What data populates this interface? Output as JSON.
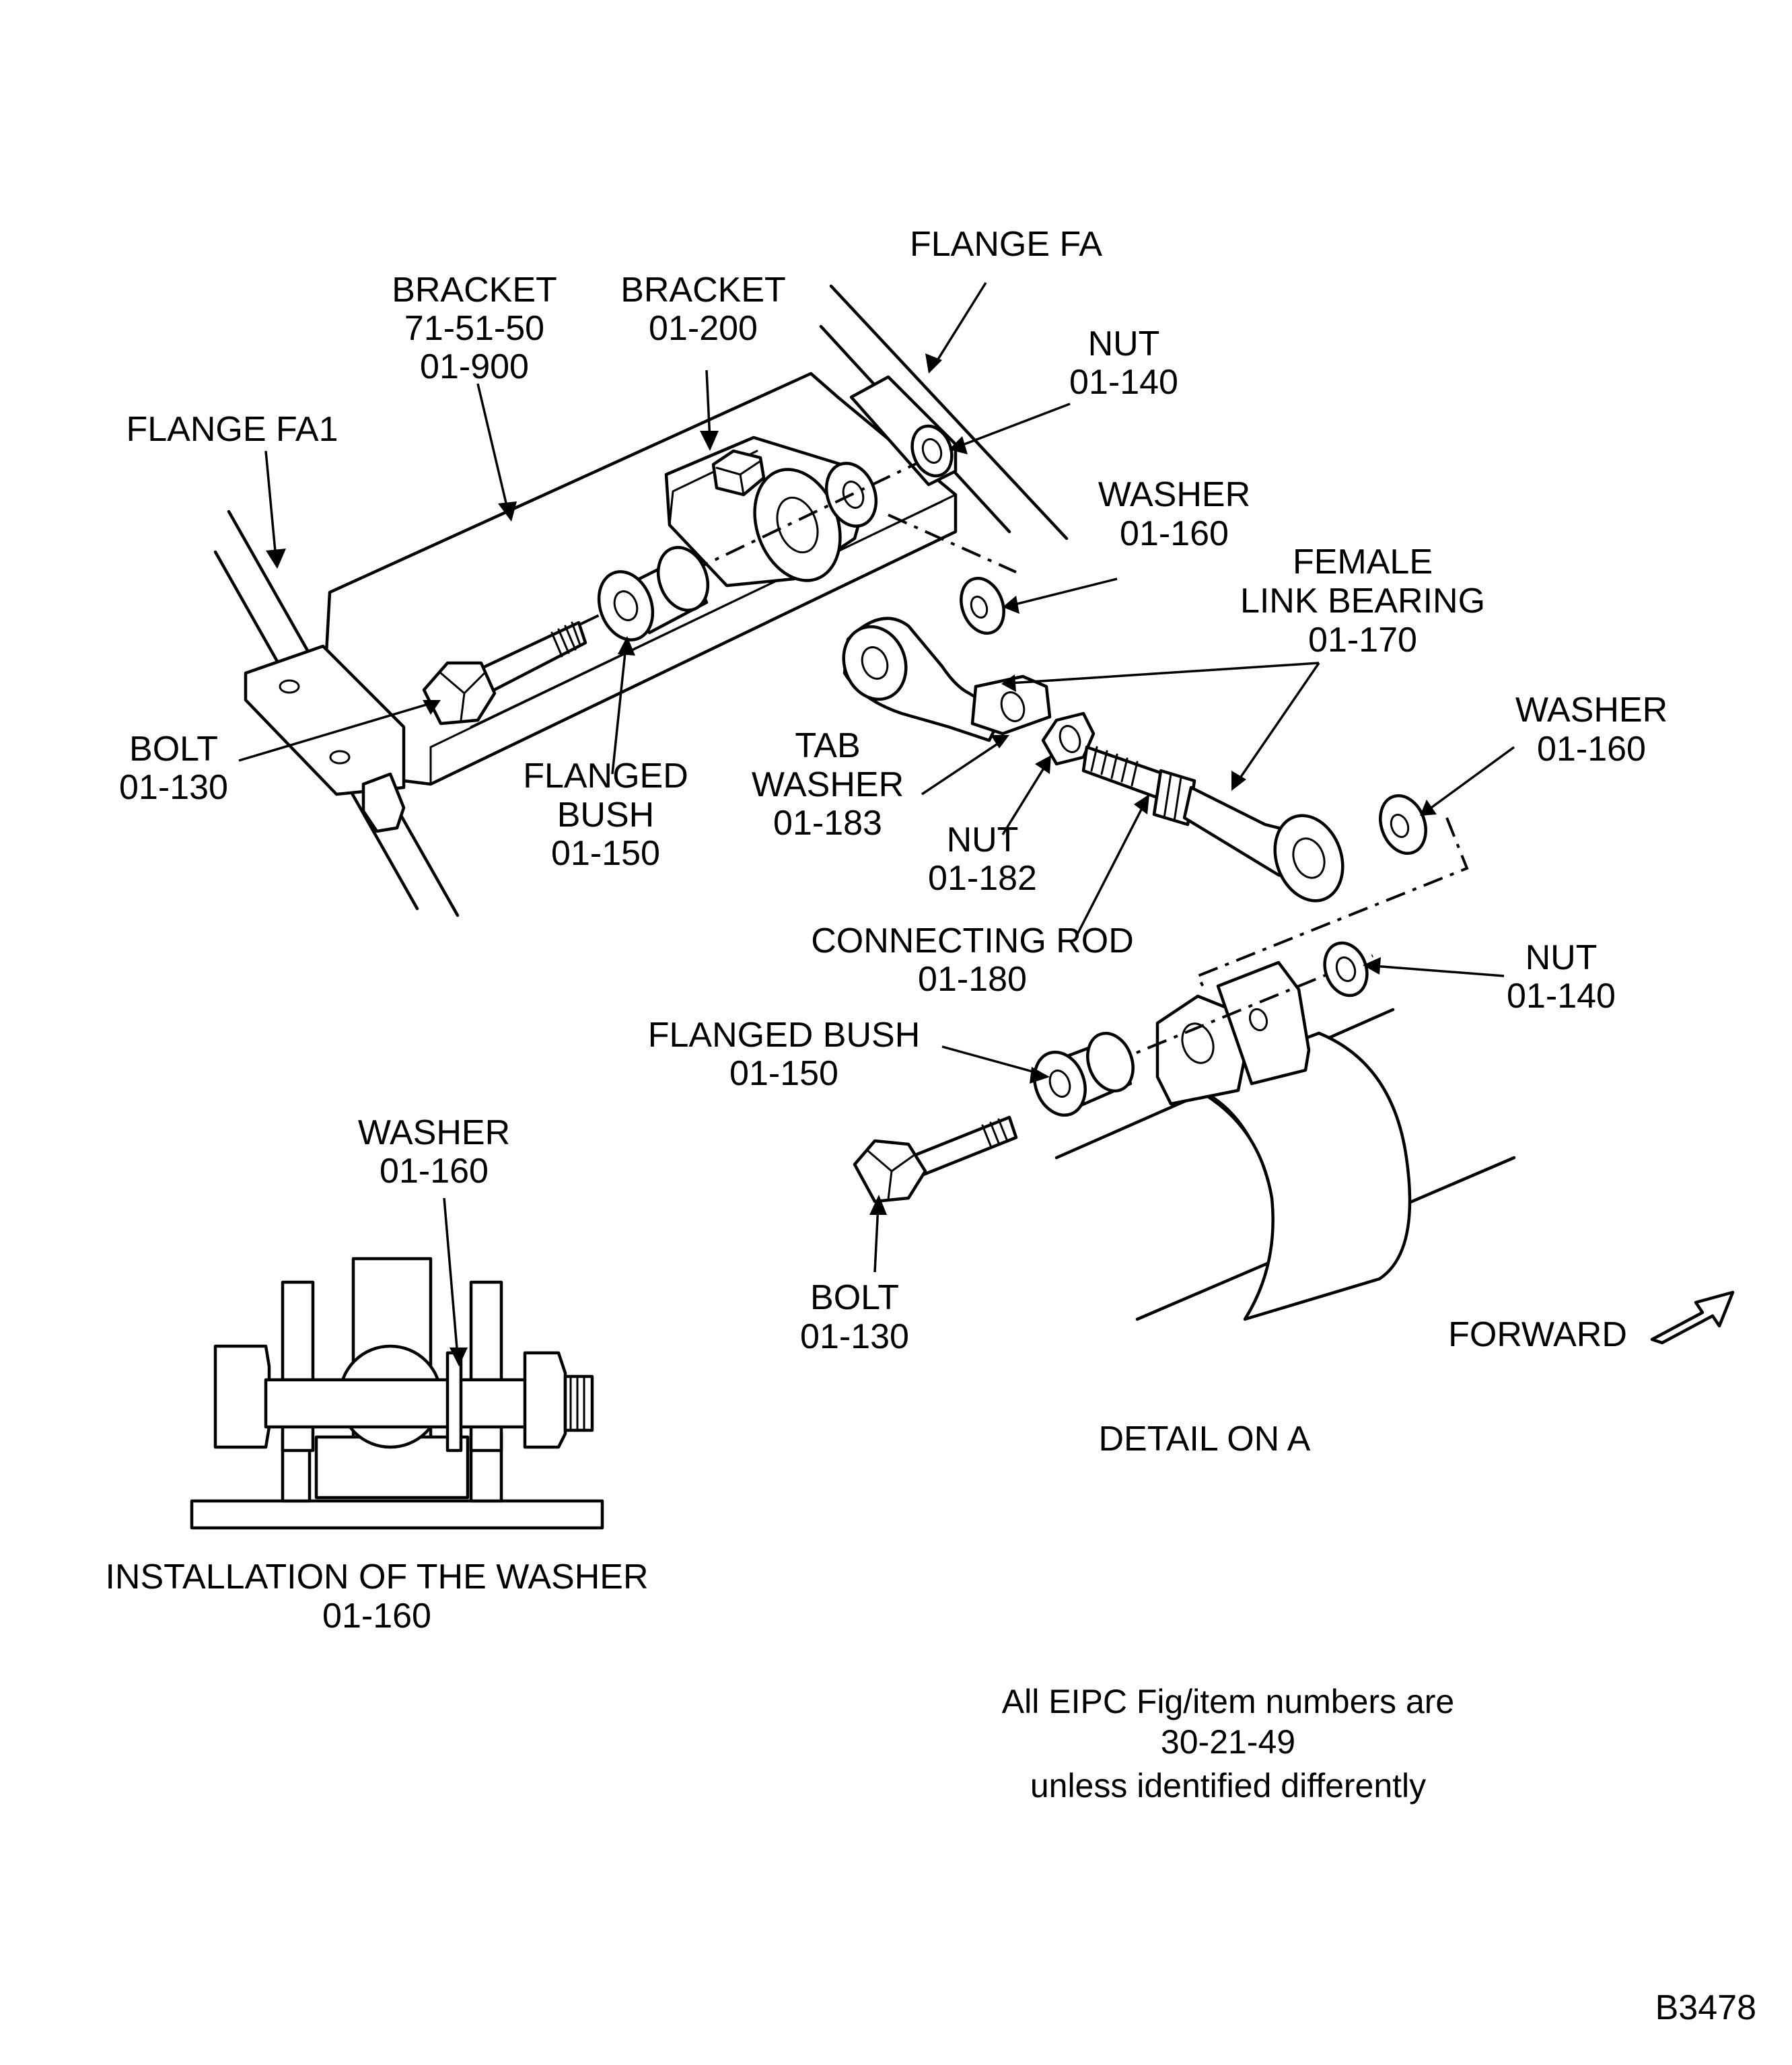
{
  "labels": {
    "flange_fa": "FLANGE FA",
    "bracket_left_1": "BRACKET",
    "bracket_left_2": "71-51-50",
    "bracket_left_3": "01-900",
    "bracket_right_1": "BRACKET",
    "bracket_right_2": "01-200",
    "flange_fa1": "FLANGE FA1",
    "nut_top_1": "NUT",
    "nut_top_2": "01-140",
    "washer_top_1": "WASHER",
    "washer_top_2": "01-160",
    "female_1": "FEMALE",
    "female_2": "LINK BEARING",
    "female_3": "01-170",
    "washer_right_1": "WASHER",
    "washer_right_2": "01-160",
    "bolt_top_1": "BOLT",
    "bolt_top_2": "01-130",
    "flanged_bush_1": "FLANGED",
    "flanged_bush_2": "BUSH",
    "flanged_bush_3": "01-150",
    "tab_washer_1": "TAB",
    "tab_washer_2": "WASHER",
    "tab_washer_3": "01-183",
    "nut_mid_1": "NUT",
    "nut_mid_2": "01-182",
    "connecting_rod_1": "CONNECTING ROD",
    "connecting_rod_2": "01-180",
    "flanged_bush_detail_1": "FLANGED BUSH",
    "flanged_bush_detail_2": "01-150",
    "nut_detail_1": "NUT",
    "nut_detail_2": "01-140",
    "washer_install_1": "WASHER",
    "washer_install_2": "01-160",
    "bolt_detail_1": "BOLT",
    "bolt_detail_2": "01-130",
    "forward": "FORWARD",
    "detail_on_a": "DETAIL ON A",
    "install_caption_1": "INSTALLATION OF THE WASHER",
    "install_caption_2": "01-160"
  },
  "note": {
    "line1": "All EIPC Fig/item numbers are",
    "line2": "30-21-49",
    "line3": "unless identified differently"
  },
  "figure_id": "B3478"
}
